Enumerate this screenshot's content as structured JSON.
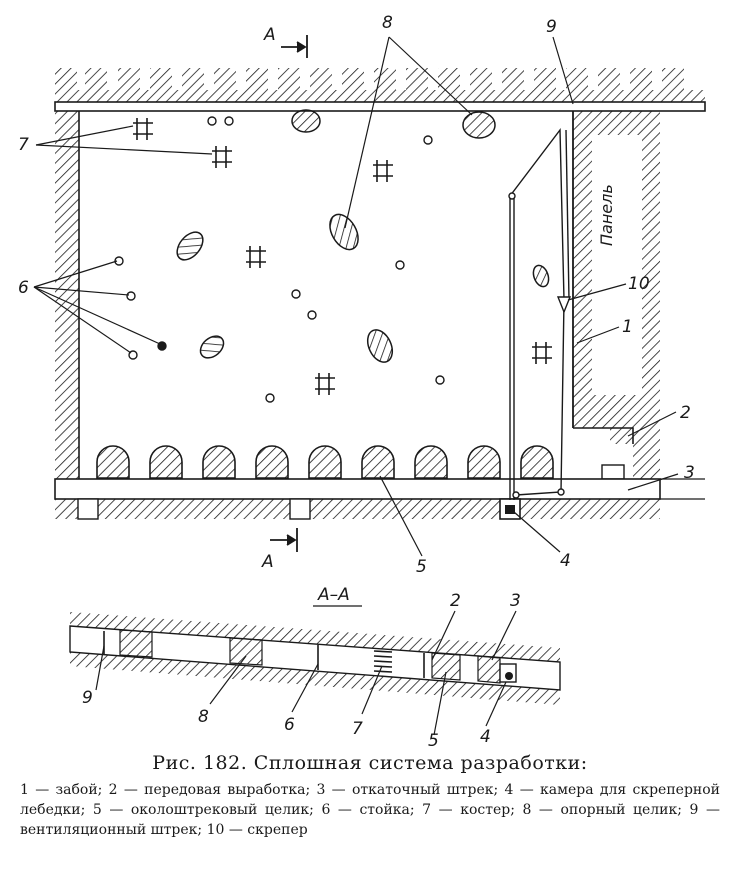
{
  "figure": {
    "section_marks": {
      "top": "А",
      "bottom": "А",
      "section_title": "А–А"
    },
    "panel_label": "Панель",
    "plan_labels": {
      "l1": "1",
      "l2": "2",
      "l3": "3",
      "l4": "4",
      "l5": "5",
      "l6": "6",
      "l7": "7",
      "l8": "8",
      "l9": "9",
      "l10": "10"
    },
    "section_labels": {
      "s2": "2",
      "s3": "3",
      "s4": "4",
      "s5": "5",
      "s6": "6",
      "s7": "7",
      "s8": "8",
      "s9": "9"
    }
  },
  "caption": {
    "title": "Рис. 182. Сплошная система разработки:",
    "legend": "1 — забой; 2 — передовая выработка; 3 — откаточный штрек; 4 — камера для скреперной лебедки; 5 — околоштрековый целик; 6 — стойка; 7 — костер; 8 — опорный целик; 9 — вентиляционный штрек; 10 — скрепер"
  }
}
